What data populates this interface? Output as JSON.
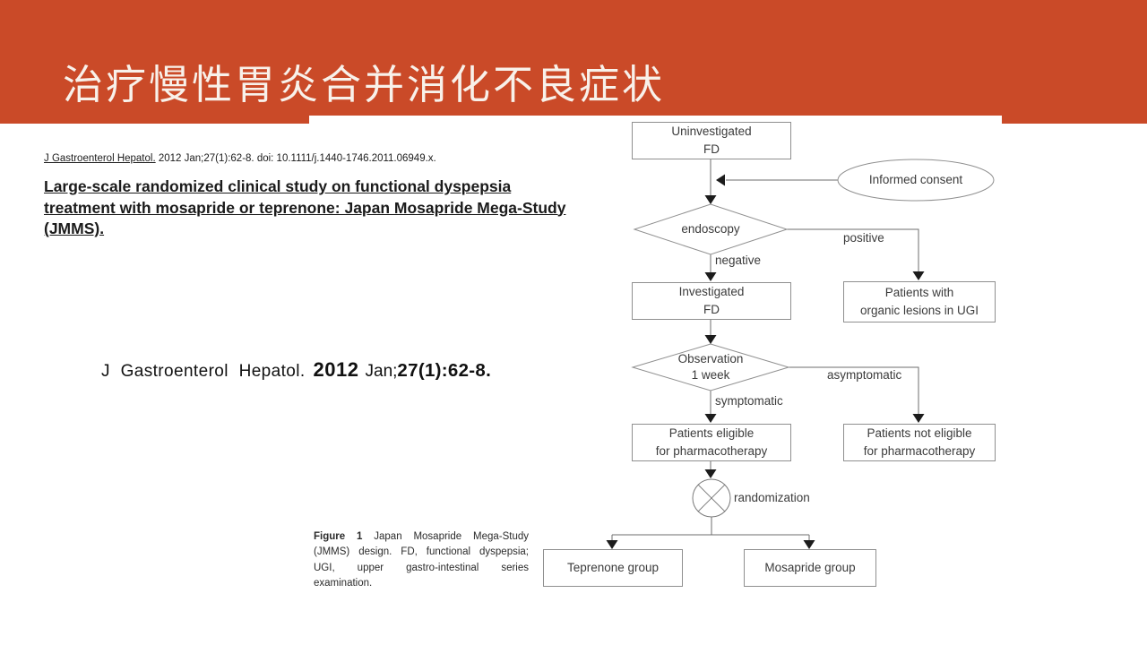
{
  "slide": {
    "colors": {
      "accent_band": "#CA4A28",
      "band_text": "#F8F1EA"
    },
    "header": {
      "title": "治疗慢性胃炎合并消化不良症状"
    },
    "citation_top": {
      "journal": "J Gastroenterol Hepatol.",
      "rest": " 2012 Jan;27(1):62-8. doi: 10.1111/j.1440-1746.2011.06949.x."
    },
    "paper_title_lines": [
      "Large-scale randomized clinical study on functional dyspepsia",
      "treatment with mosapride or teprenone: Japan Mosapride Mega-Study",
      "(JMMS)."
    ],
    "citation_mid": {
      "part1": "J Gastroenterol Hepatol.",
      "part2": "2012",
      "part3": "Jan;",
      "part4": "27(1):62-8."
    }
  },
  "flowchart": {
    "nodes": {
      "uninvestigated": "Uninvestigated\nFD",
      "informed_consent": "Informed consent",
      "endoscopy": "endoscopy",
      "investigated": "Investigated\nFD",
      "organic_lesions": "Patients with\norganic lesions in UGI",
      "observation": "Observation\n1 week",
      "eligible": "Patients eligible\nfor pharmacotherapy",
      "not_eligible": "Patients not eligible\nfor pharmacotherapy",
      "teprenone": "Teprenone group",
      "mosapride": "Mosapride group"
    },
    "edge_labels": {
      "negative": "negative",
      "positive": "positive",
      "symptomatic": "symptomatic",
      "asymptomatic": "asymptomatic",
      "randomization": "randomization"
    },
    "caption": {
      "bold": "Figure 1",
      "line1_rest": "Japan Mosapride Mega-Study",
      "line2": "(JMMS) design. FD, functional dyspepsia;",
      "line3": "UGI, upper gastro-intestinal series",
      "line4": "examination."
    }
  }
}
